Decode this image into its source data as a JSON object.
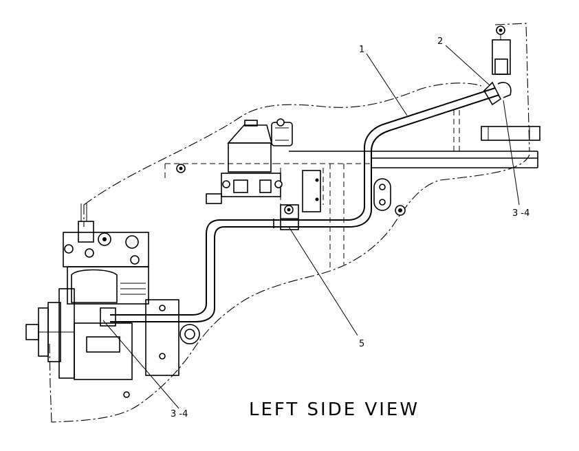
{
  "view_title": "LEFT SIDE VIEW",
  "callouts": [
    {
      "id": "1",
      "label": "1"
    },
    {
      "id": "2",
      "label": "2"
    },
    {
      "id": "3-4-right",
      "label": "3 -4"
    },
    {
      "id": "5",
      "label": "5"
    },
    {
      "id": "3-4-bottom",
      "label": "3 -4"
    }
  ],
  "line_color": "#000000",
  "background_color": "#ffffff"
}
